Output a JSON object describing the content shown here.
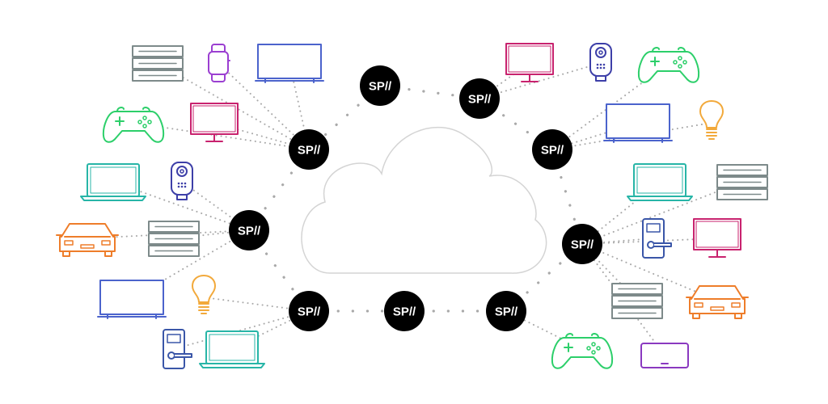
{
  "hub_label": "SP//",
  "colors": {
    "link": "#a9a9a9",
    "hub": "#000000",
    "hub_text": "#ffffff",
    "cloud_stroke": "#d4d4d4",
    "server": "#7d8a8a",
    "watch": "#9b3fd1",
    "tv": "#4b63cc",
    "monitor": "#c8226e",
    "gamepad": "#2ccf6a",
    "laptop": "#27b5a7",
    "camera": "#3d3fa8",
    "car": "#ee7d2a",
    "bulb": "#f2a93b",
    "lock": "#3a56a8",
    "phone": "#8a39c0"
  },
  "devices": [
    {
      "name": "server-icon",
      "kind": "server"
    },
    {
      "name": "watch-icon",
      "kind": "watch"
    },
    {
      "name": "tv-icon",
      "kind": "tv"
    },
    {
      "name": "gamepad-icon",
      "kind": "gamepad"
    },
    {
      "name": "monitor-icon",
      "kind": "monitor"
    },
    {
      "name": "laptop-icon",
      "kind": "laptop"
    },
    {
      "name": "camera-icon",
      "kind": "camera"
    },
    {
      "name": "car-icon",
      "kind": "car"
    },
    {
      "name": "server-icon",
      "kind": "server"
    },
    {
      "name": "tv-icon",
      "kind": "tv"
    },
    {
      "name": "bulb-icon",
      "kind": "bulb"
    },
    {
      "name": "lock-icon",
      "kind": "lock"
    },
    {
      "name": "laptop-icon",
      "kind": "laptop"
    },
    {
      "name": "monitor-icon",
      "kind": "monitor"
    },
    {
      "name": "camera-icon",
      "kind": "camera"
    },
    {
      "name": "gamepad-icon",
      "kind": "gamepad"
    },
    {
      "name": "tv-icon",
      "kind": "tv"
    },
    {
      "name": "bulb-icon",
      "kind": "bulb"
    },
    {
      "name": "laptop-icon",
      "kind": "laptop"
    },
    {
      "name": "server-icon",
      "kind": "server"
    },
    {
      "name": "lock-icon",
      "kind": "lock"
    },
    {
      "name": "monitor-icon",
      "kind": "monitor"
    },
    {
      "name": "car-icon",
      "kind": "car"
    },
    {
      "name": "server-icon",
      "kind": "server"
    },
    {
      "name": "gamepad-icon",
      "kind": "gamepad"
    },
    {
      "name": "phone-icon",
      "kind": "phone"
    }
  ]
}
